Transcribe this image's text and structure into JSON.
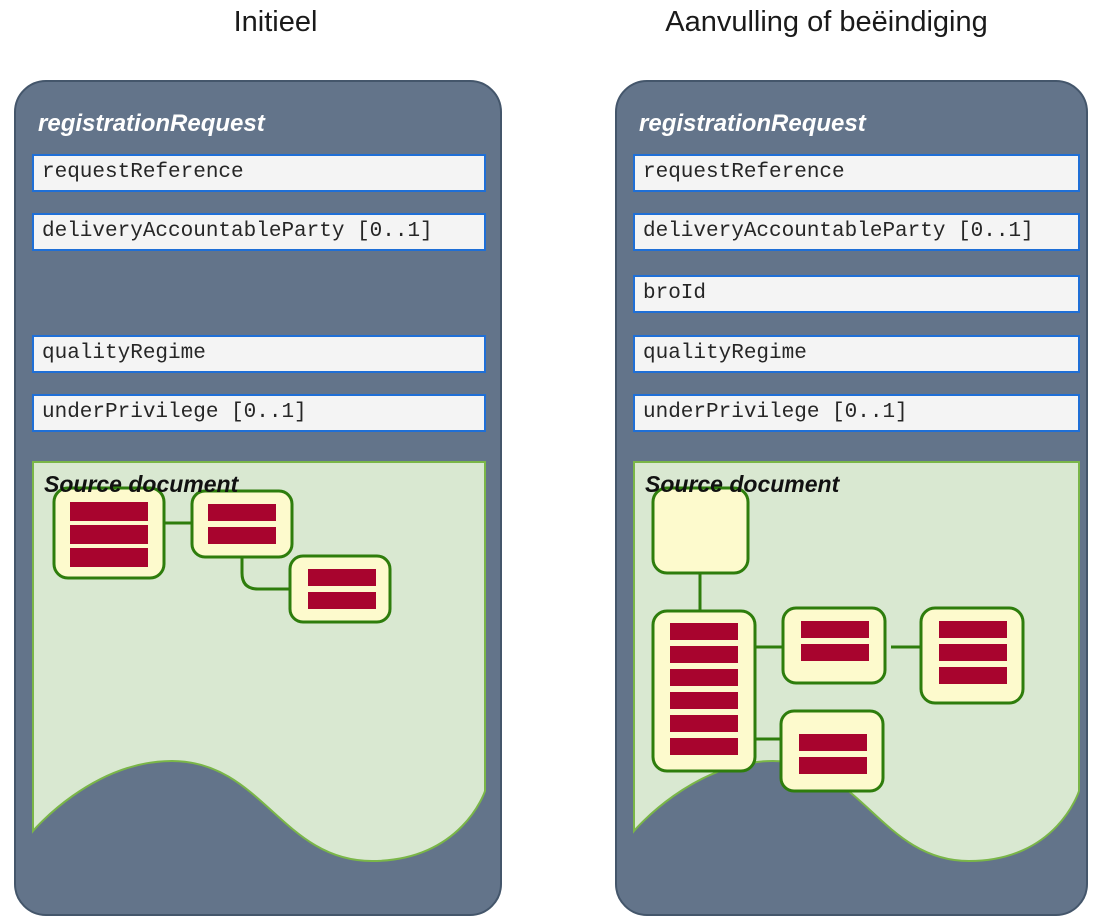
{
  "titles": {
    "left": "Initieel",
    "right": "Aanvulling of beëindiging"
  },
  "colors": {
    "panel_bg": "#63748a",
    "panel_border": "#44566b",
    "field_bg": "#f4f4f4",
    "field_border": "#1f6fd6",
    "srcdoc_bg": "#d9e8d1",
    "srcdoc_border": "#7ab648",
    "node_fill": "#fdfacd",
    "node_border": "#2e7d0c",
    "bar_fill": "#a8042e",
    "title_text": "#1a1a1a",
    "panel_title_text": "#ffffff"
  },
  "panels": [
    {
      "id": "left",
      "title": "registrationRequest",
      "fields": [
        {
          "label": "requestReference"
        },
        {
          "label": "deliveryAccountableParty [0..1]"
        },
        {
          "label": "qualityRegime"
        },
        {
          "label": "underPrivilege [0..1]"
        }
      ],
      "source_document": {
        "title": "Source document",
        "nodes": [
          {
            "name": "node-3-bars",
            "bars": 3
          },
          {
            "name": "node-2-bars",
            "bars": 2
          },
          {
            "name": "node-2-bars",
            "bars": 2
          }
        ]
      }
    },
    {
      "id": "right",
      "title": "registrationRequest",
      "fields": [
        {
          "label": "requestReference"
        },
        {
          "label": "deliveryAccountableParty [0..1]"
        },
        {
          "label": "broId"
        },
        {
          "label": "qualityRegime"
        },
        {
          "label": "underPrivilege [0..1]"
        }
      ],
      "source_document": {
        "title": "Source document",
        "nodes": [
          {
            "name": "node-empty",
            "bars": 0
          },
          {
            "name": "node-6-bars",
            "bars": 6
          },
          {
            "name": "node-2-bars",
            "bars": 2
          },
          {
            "name": "node-3-bars",
            "bars": 3
          },
          {
            "name": "node-2-bars",
            "bars": 2
          }
        ]
      }
    }
  ]
}
